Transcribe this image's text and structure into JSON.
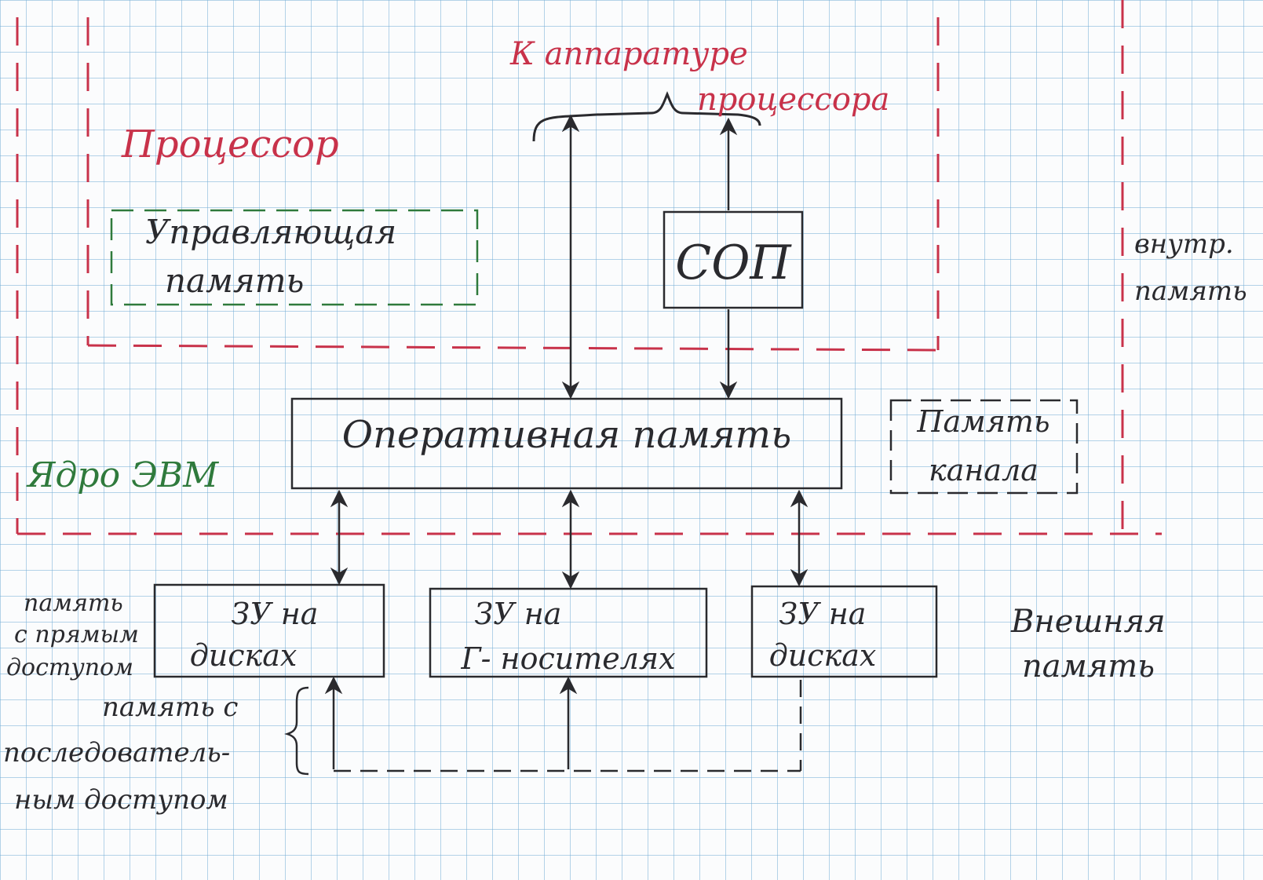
{
  "diagram": {
    "header": {
      "line1": "К аппаратуре",
      "line2": "процессора"
    },
    "regions": {
      "processor": "Процессор",
      "core": "Ядро ЭВМ",
      "internal_memory": [
        "внутр.",
        "память"
      ],
      "external_memory": [
        "Внешняя",
        "память"
      ]
    },
    "blocks": {
      "control_memory": [
        "Управляющая",
        "память"
      ],
      "sop": "СОП",
      "main_memory": "Оперативная память",
      "channel_memory": [
        "Память",
        "канала"
      ],
      "disk_storage_left": [
        "ЗУ на",
        "дисках"
      ],
      "tape_storage": [
        "ЗУ на",
        "Г- носителях"
      ],
      "disk_storage_right": [
        "ЗУ на",
        "дисках"
      ]
    },
    "annotations": {
      "direct_access": [
        "память",
        "с прямым",
        "доступом"
      ],
      "sequential_access": [
        "память с",
        "последователь-",
        "ным доступом"
      ]
    },
    "colors": {
      "ink": "#2a2a2e",
      "processor_red": "#c8324a",
      "core_green": "#2f7a3c",
      "grid": "#78afd7"
    }
  }
}
